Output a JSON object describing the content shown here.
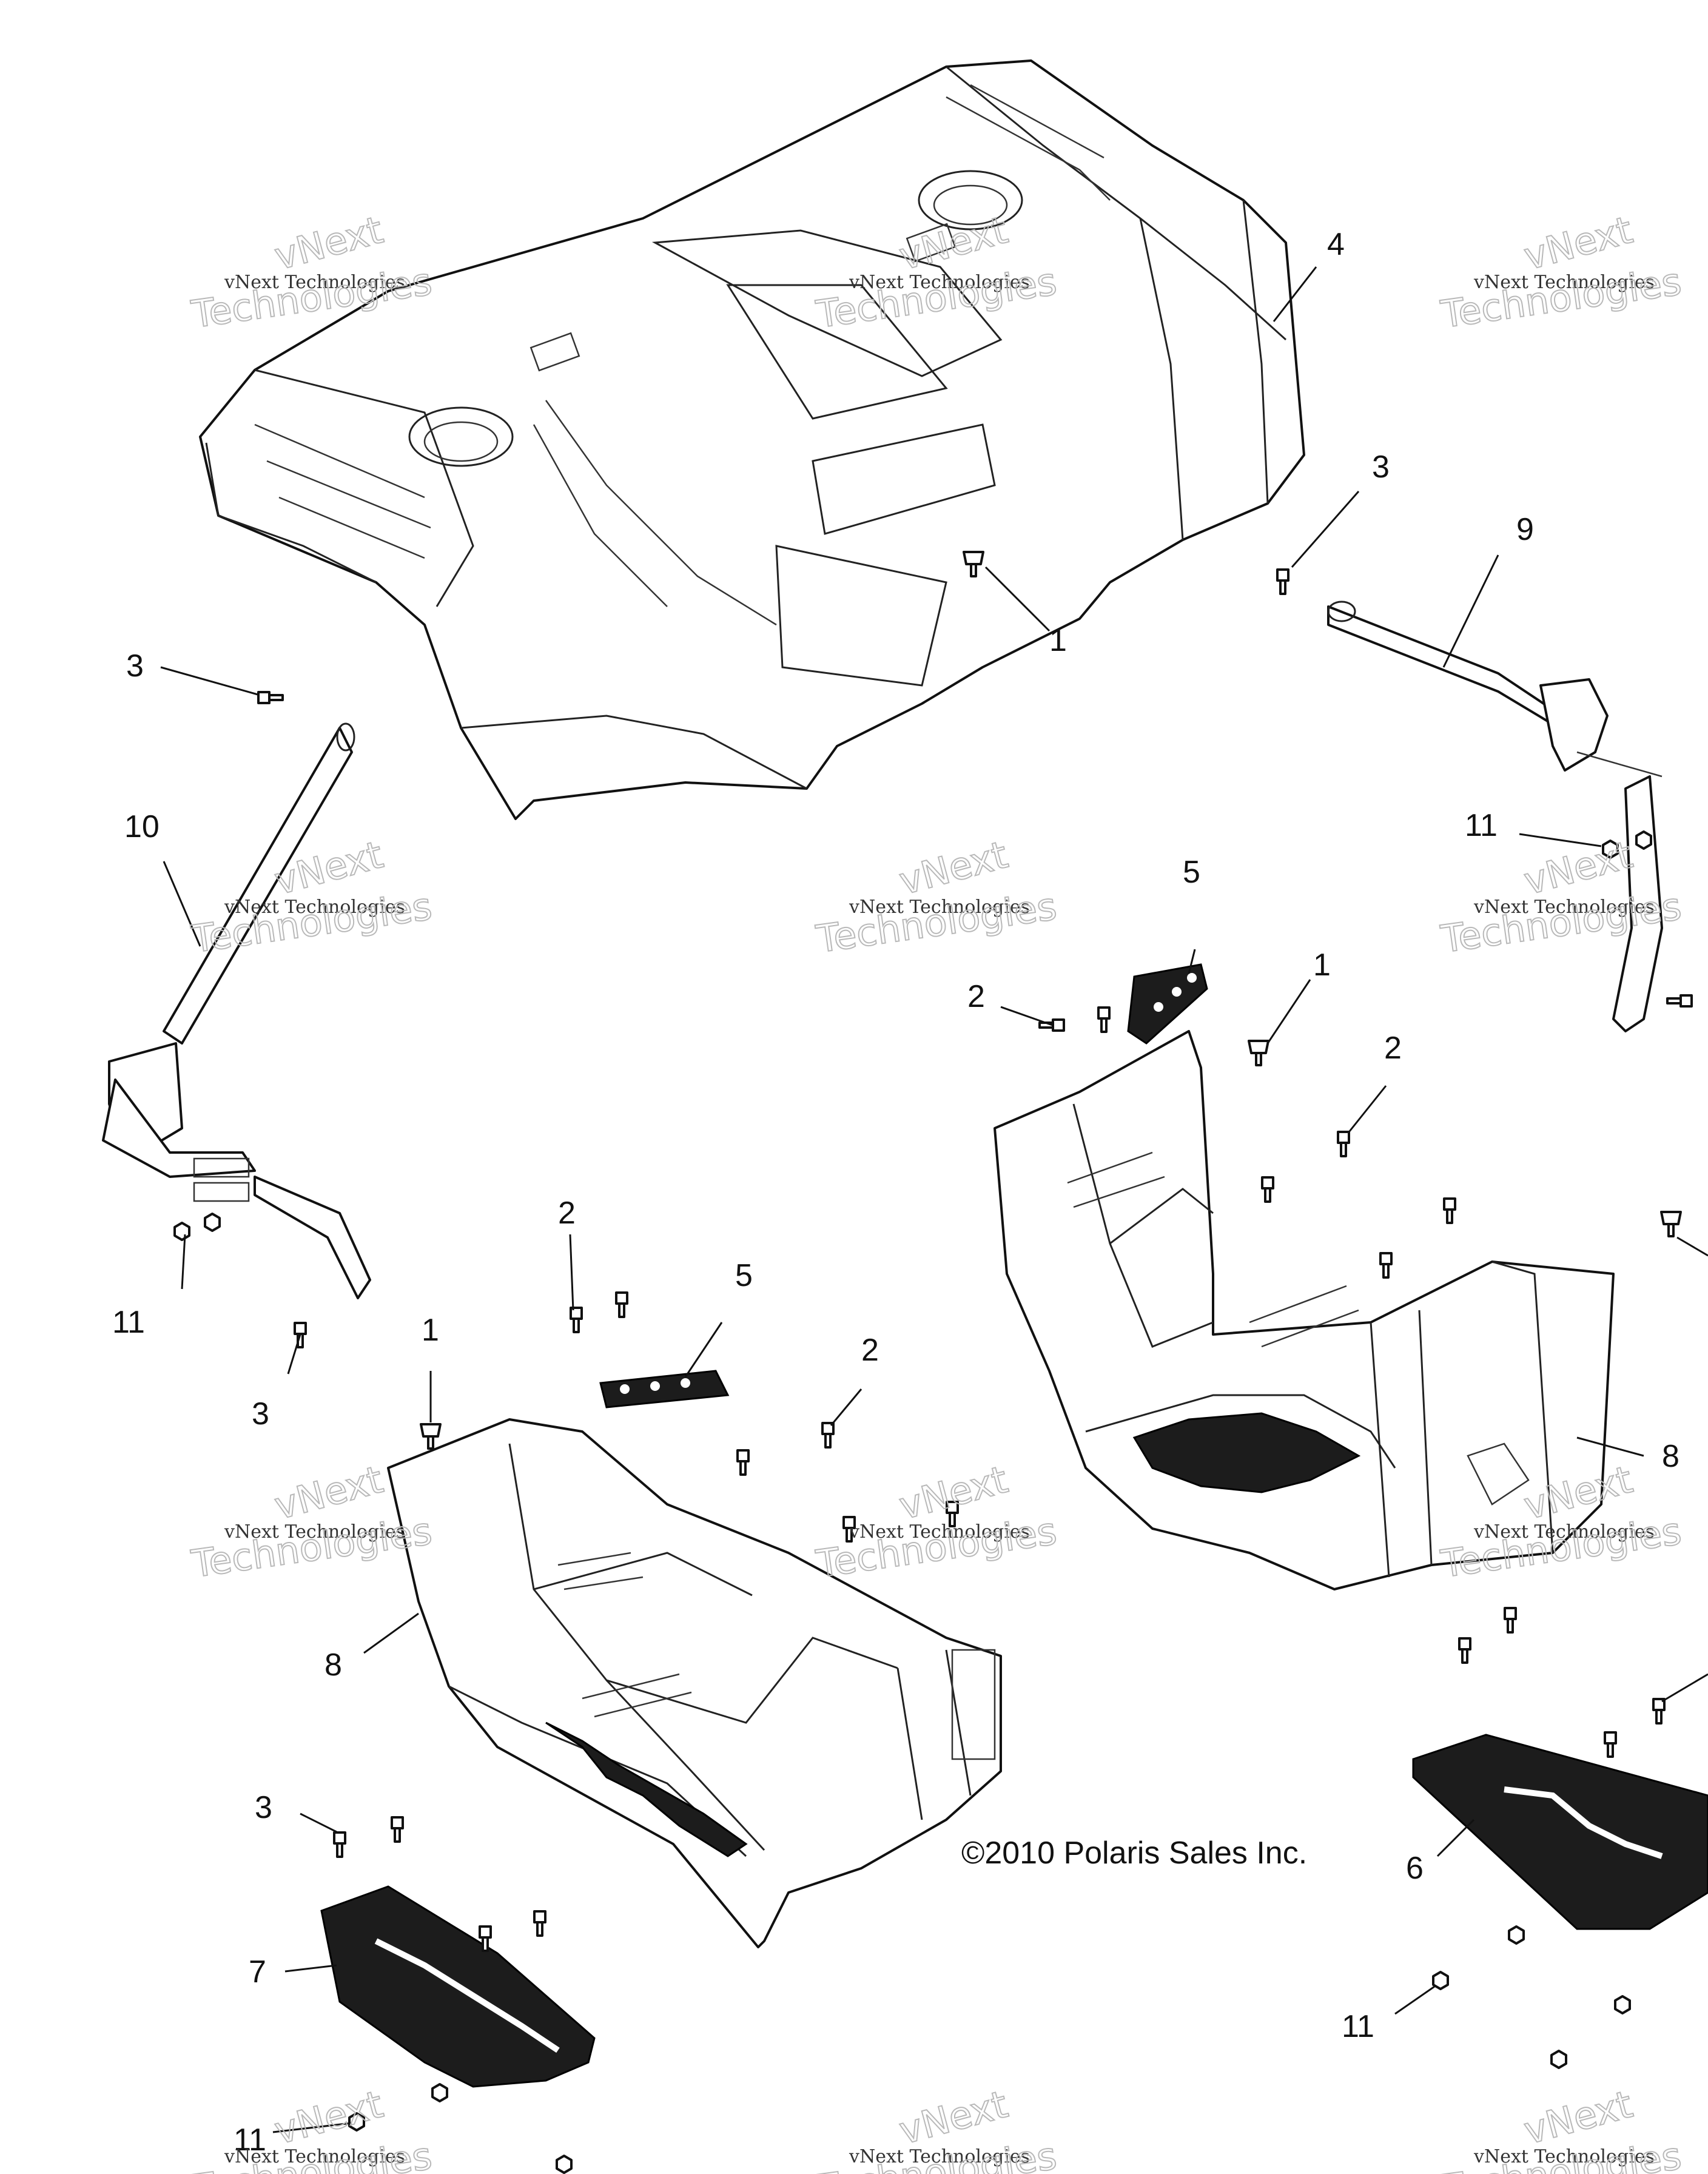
{
  "copyright": "©2010 Polaris Sales Inc.",
  "watermark": {
    "brand": "vNext",
    "line": "vNext Technologies",
    "big": "Technologies"
  },
  "callouts": {
    "c1": "1",
    "c2": "2",
    "c3": "3",
    "c4": "4",
    "c5": "5",
    "c6": "6",
    "c7": "7",
    "c8": "8",
    "c9": "9",
    "c10": "10",
    "c11": "11"
  },
  "colors": {
    "line": "#111111",
    "paper": "#ffffff",
    "tread": "#1c1c1c",
    "watermark": "#b9b9b9"
  }
}
